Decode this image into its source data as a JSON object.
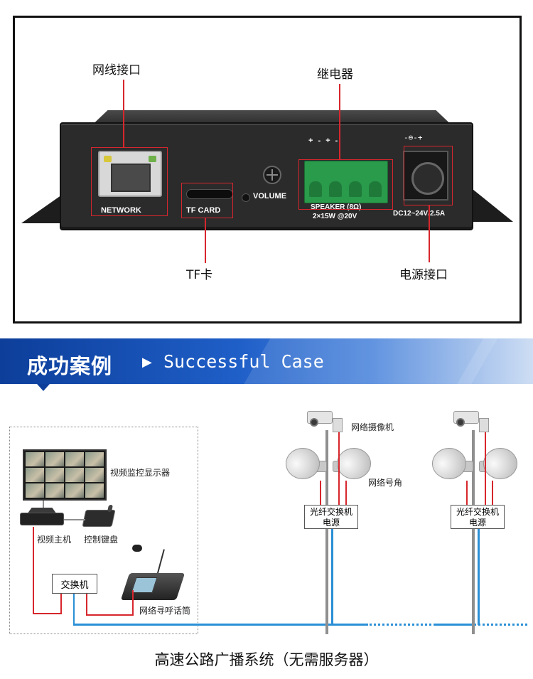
{
  "device_panel": {
    "callouts": {
      "network_port": "网线接口",
      "relay": "继电器",
      "tf_card": "TF卡",
      "power_port": "电源接口"
    },
    "labels": {
      "network": "NETWORK",
      "tf_card": "TF CARD",
      "volume": "VOLUME",
      "speaker_line1": "SPEAKER (8Ω)",
      "speaker_line2": "2×15W @20V",
      "dc": "DC12~24V/2.5A",
      "polarity": "-⊖-+",
      "relay_marks": "+   -   +   -"
    }
  },
  "banner": {
    "title": "成功案例",
    "arrow": "▶",
    "subtitle": "Successful Case"
  },
  "diagram": {
    "monitor_label": "视频监控显示器",
    "host_label": "视频主机",
    "keyboard_label": "控制键盘",
    "switch_label": "交换机",
    "mic_label": "网络寻呼话筒",
    "camera_label": "网络摄像机",
    "horn_label": "网络号角",
    "fiber_box": {
      "line1": "光纤交换机",
      "line2": "电源"
    },
    "fiber_box_2": {
      "line1": "光纤交换机",
      "line2": "电源"
    }
  },
  "caption": "高速公路广播系统（无需服务器）",
  "colors": {
    "callout_red": "#d7262d",
    "banner_blue": "#0d3e9a",
    "wire_blue": "#2a8fd6",
    "terminal_green": "#2a9a4b"
  }
}
